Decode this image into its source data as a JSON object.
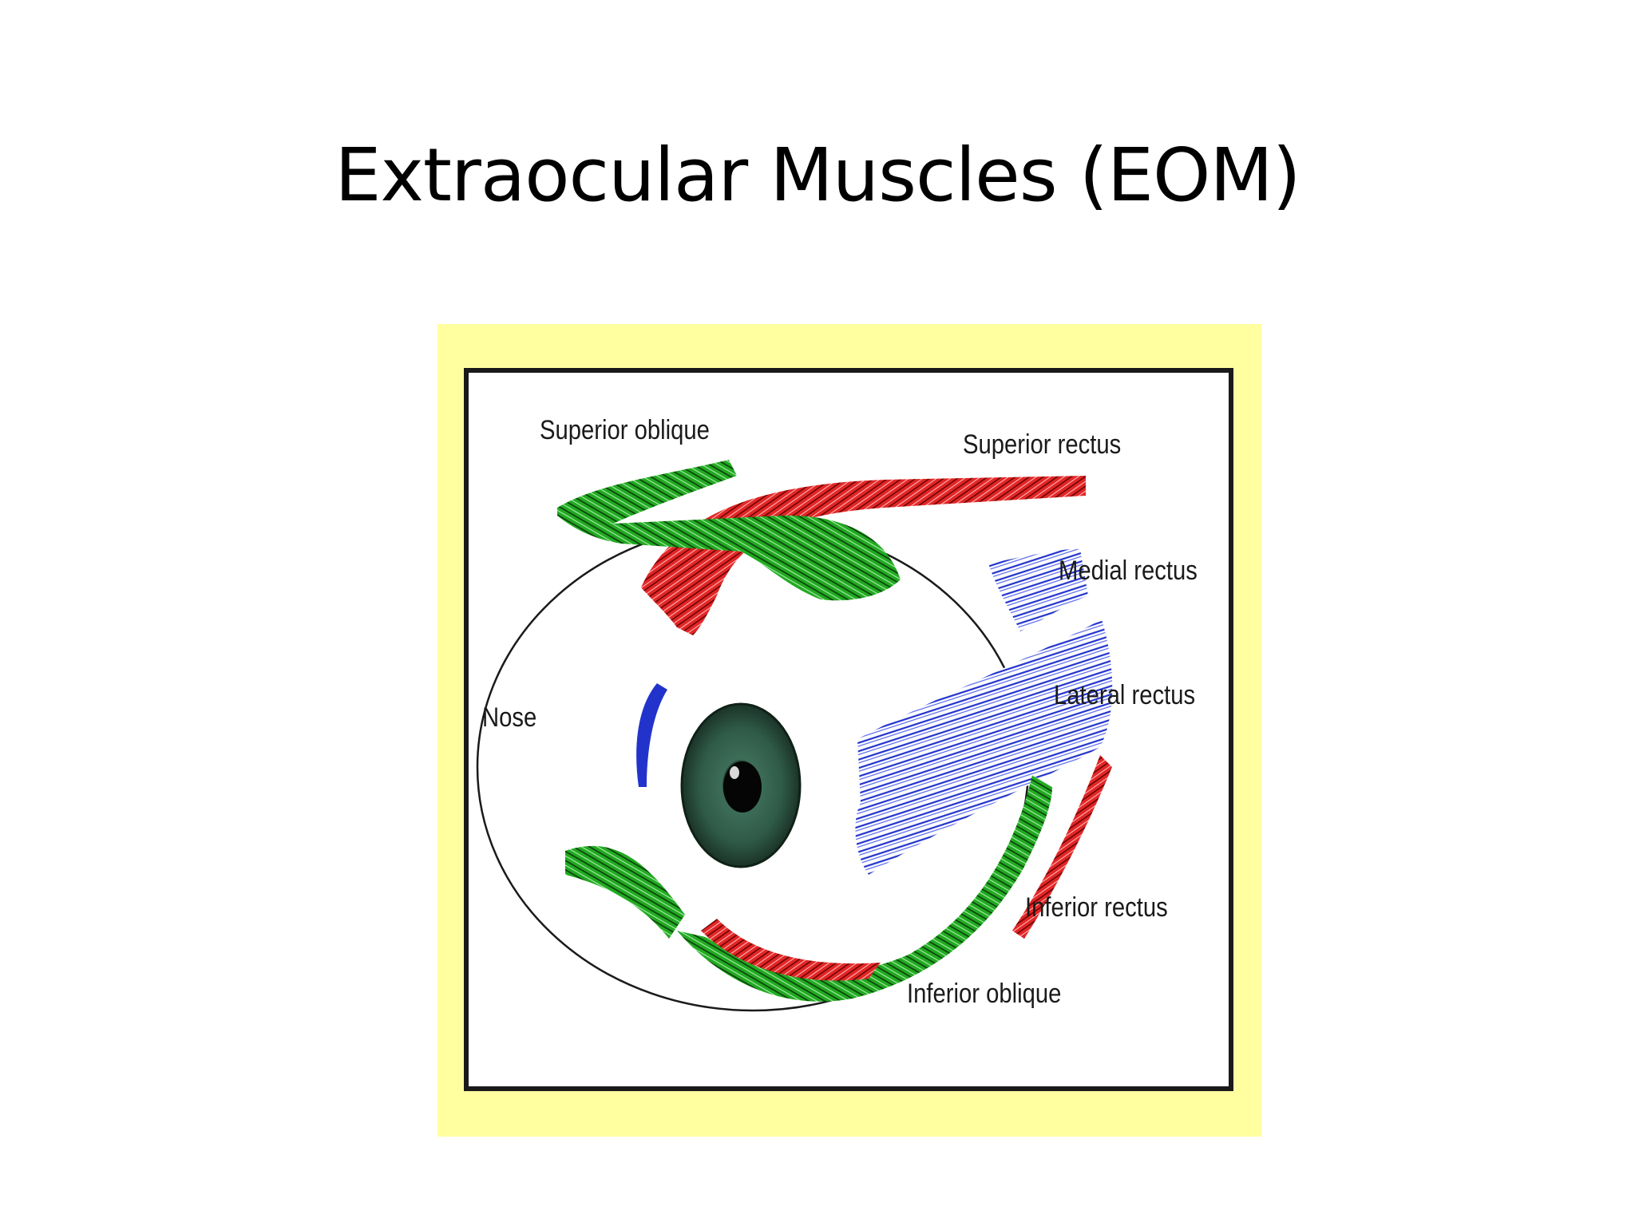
{
  "slide": {
    "title": "Extraocular Muscles (EOM)"
  },
  "diagram": {
    "labels": {
      "superior_oblique": "Superior oblique",
      "superior_rectus": "Superior rectus",
      "medial_rectus": "Medial rectus",
      "lateral_rectus": "Lateral rectus",
      "nose": "Nose",
      "inferior_rectus": "Inferior rectus",
      "inferior_oblique": "Inferior oblique"
    },
    "colors": {
      "frame_background": "#ffffa0",
      "panel_background": "#ffffff",
      "panel_border": "#1a1a1a",
      "oblique_muscles": "#22aa22",
      "recti_red": "#dd2222",
      "recti_blue": "#2233cc",
      "iris": "#2f5a48",
      "pupil": "#0a0a0a"
    }
  }
}
